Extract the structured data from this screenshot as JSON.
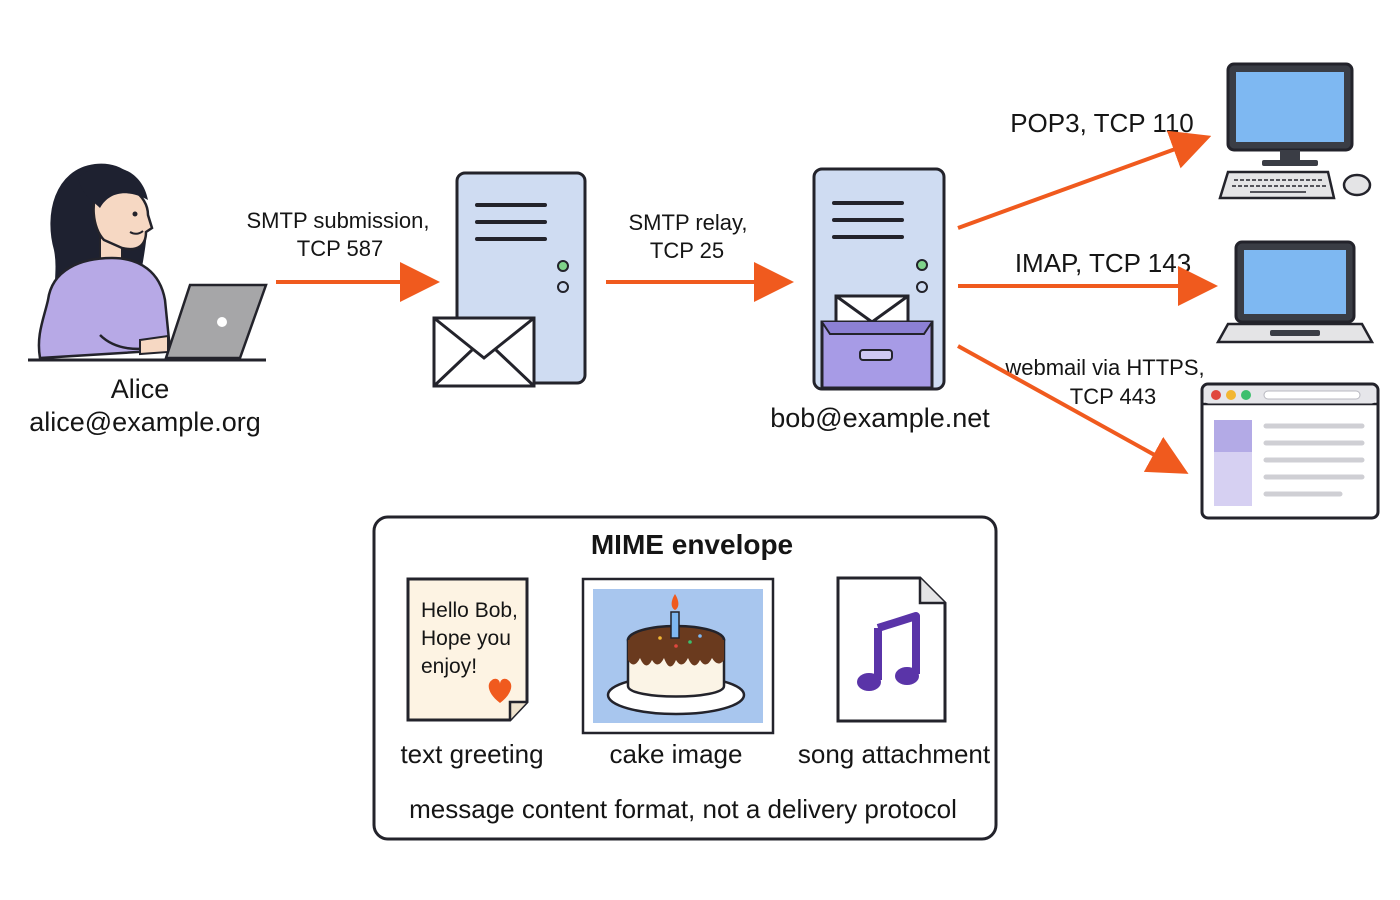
{
  "colors": {
    "arrow": "#f05a1e",
    "server_fill": "#cfdcf2",
    "outline": "#23232b",
    "screen": "#7eb8f2",
    "inbox": "#a79be6",
    "person_top": "#b7a9e6",
    "laptop_grey": "#a6a6a8",
    "note_paper": "#fdf3e3",
    "heart": "#f05a1e",
    "music_note": "#5a34a8",
    "cake_bg": "#a8c6ee"
  },
  "sender": {
    "name": "Alice",
    "email": "alice@example.org"
  },
  "recipient": {
    "email": "bob@example.net"
  },
  "links": {
    "submission": {
      "line1": "SMTP submission,",
      "line2": "TCP 587"
    },
    "relay": {
      "line1": "SMTP relay,",
      "line2": "TCP 25"
    },
    "pop3": {
      "label": "POP3, TCP 110"
    },
    "imap": {
      "label": "IMAP, TCP 143"
    },
    "webmail": {
      "line1": "webmail via HTTPS,",
      "line2": "TCP 443"
    }
  },
  "mime": {
    "title": "MIME envelope",
    "greeting_lines": [
      "Hello Bob,",
      "Hope you",
      "enjoy!"
    ],
    "parts": {
      "text": "text greeting",
      "image": "cake image",
      "song": "song attachment"
    },
    "footer": "message content format, not a delivery protocol"
  },
  "icons": {
    "sender": "person-with-laptop-icon",
    "outgoing_server": "mail-server-icon",
    "incoming_server": "mailbox-server-icon",
    "desktop": "desktop-computer-icon",
    "laptop": "laptop-icon",
    "browser": "browser-window-icon",
    "envelope": "envelope-icon",
    "heart": "heart-icon",
    "cake": "birthday-cake-icon",
    "music": "music-note-icon"
  }
}
